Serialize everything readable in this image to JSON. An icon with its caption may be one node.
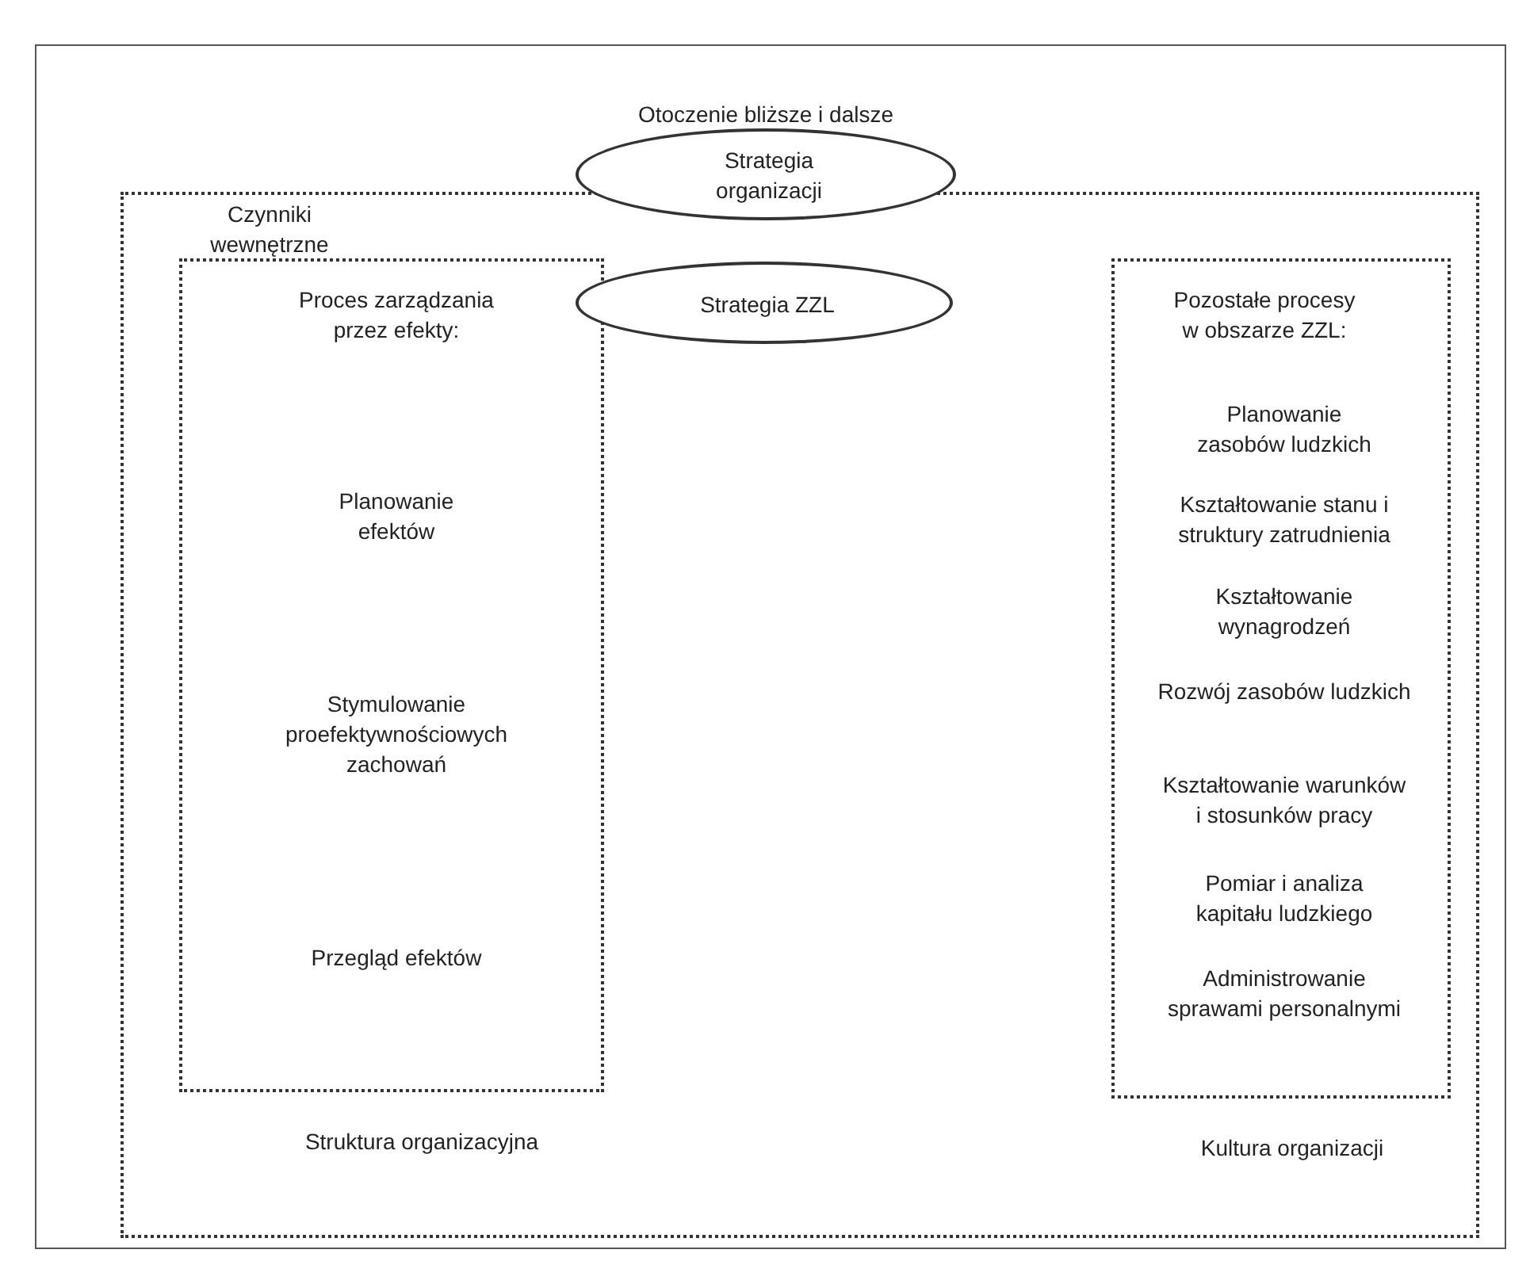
{
  "diagram": {
    "nodes": [
      {
        "text": [
          "Otoczenie bliższe i dalsze"
        ]
      },
      {
        "text": [
          "Czynniki wewnętrzne",
          "Struktura organizacyjna",
          "Kultura organizacji"
        ],
        "in": 0
      },
      {
        "text": [
          "Strategia organizacji"
        ],
        "in": 0
      },
      {
        "text": [
          "Strategia ZZL"
        ],
        "in": 1
      },
      {
        "text": [
          "Proces zarządzania przez efekty:",
          "Planowanie efektów",
          "Stymulowanie proefektywnościowych zachowań",
          "Przegląd efektów"
        ],
        "in": 1
      },
      {
        "text": [
          "Pozostałe procesy w obszarze ZZL:",
          "Planowanie zasobów ludzkich",
          "Kształtowanie stanu i struktury zatrudnienia",
          "Kształtowanie wynagrodzeń",
          "Rozwój zasobów ludzkich",
          "Kształtowanie warunków i stosunków pracy",
          "Pomiar i analiza kapitału ludzkiego",
          "Administrowanie sprawami personalnymi"
        ],
        "in": 1
      }
    ]
  }
}
